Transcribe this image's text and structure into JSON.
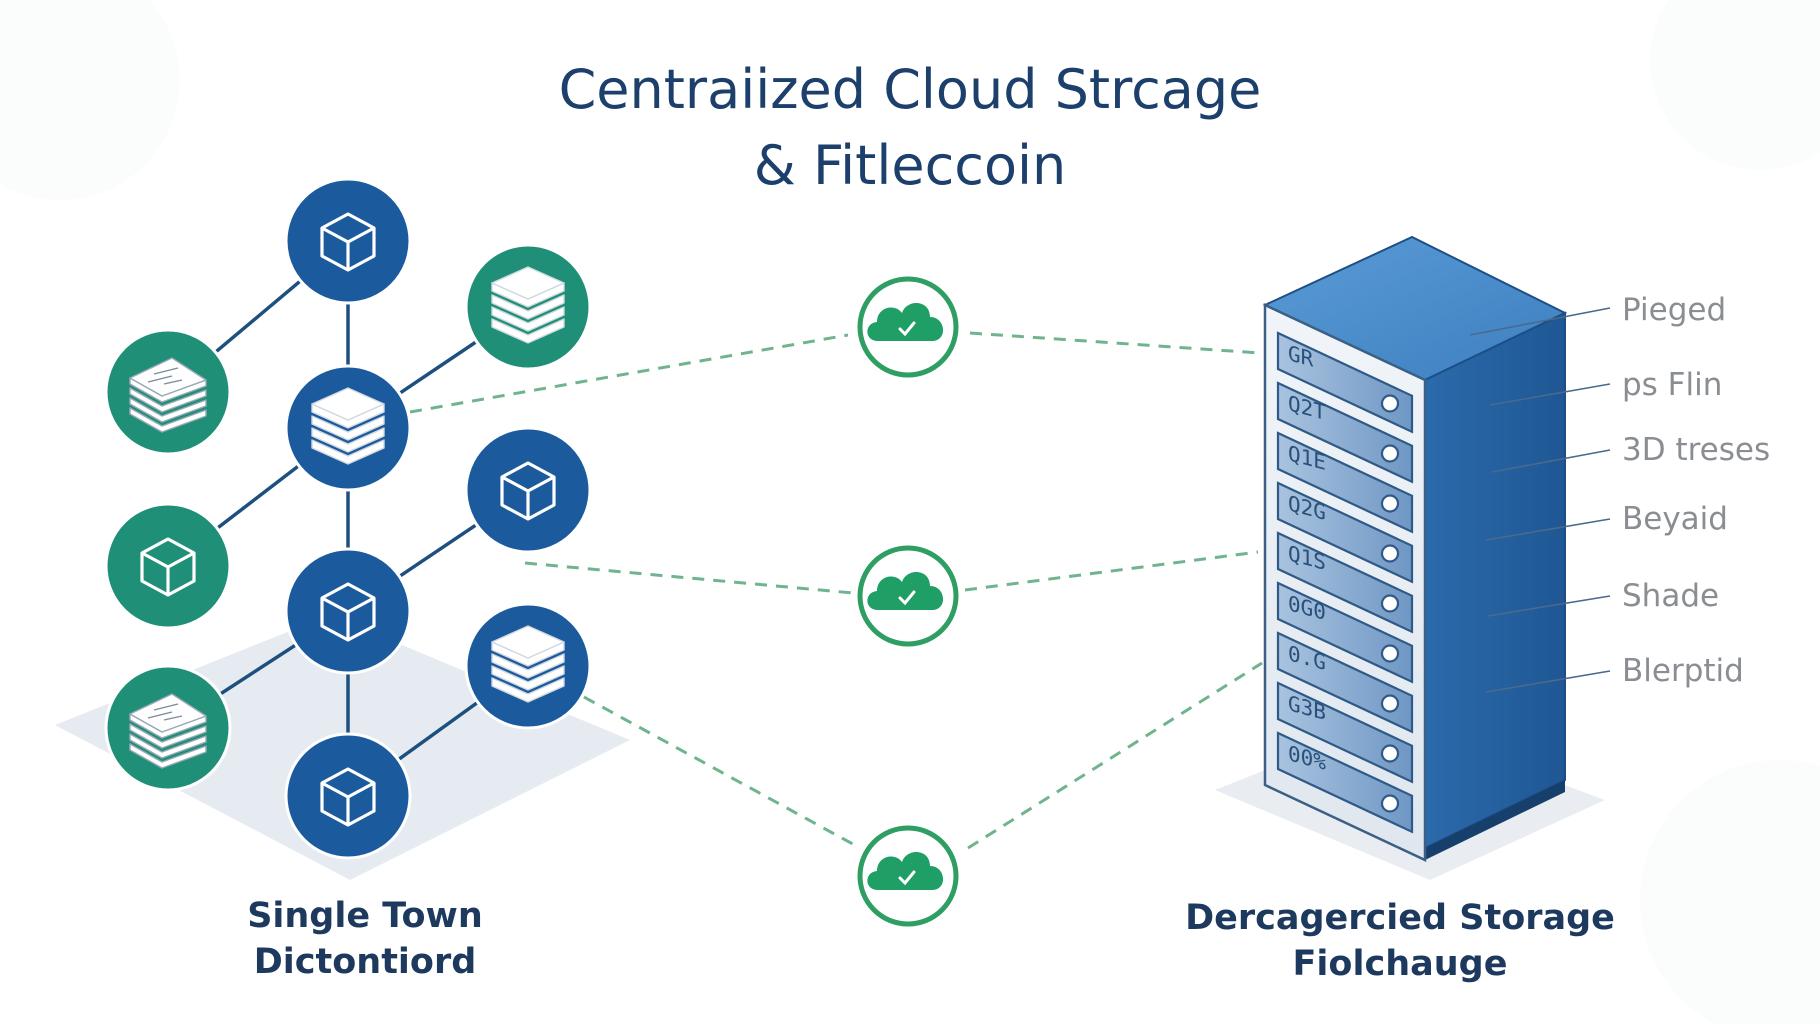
{
  "title": {
    "line1": "Centraiized Cloud Strcage",
    "line2": "& Fitleccoin"
  },
  "left_caption": {
    "line1": "Single Town",
    "line2": "Dictontiord"
  },
  "right_caption": {
    "line1": "Dercagercied Storage",
    "line2": "Fiolchauge"
  },
  "server": {
    "slots": [
      "GR",
      "Q2T",
      "Q1E",
      "Q2G",
      "Q1S",
      "0G0",
      "0.G",
      "G3B",
      "00%"
    ],
    "side_labels": [
      "Pieged",
      "ps Flin",
      "3D treses",
      "Beyaid",
      "Shade",
      "Blerptid"
    ]
  },
  "cloud_nodes": [
    "cloud-top",
    "cloud-middle",
    "cloud-bottom"
  ],
  "colors": {
    "navy": "#1b5a9c",
    "teal": "#1f9077",
    "green": "#2e9e62",
    "server_blue": "#2c6fae",
    "text_dark": "#1c3f6b"
  }
}
